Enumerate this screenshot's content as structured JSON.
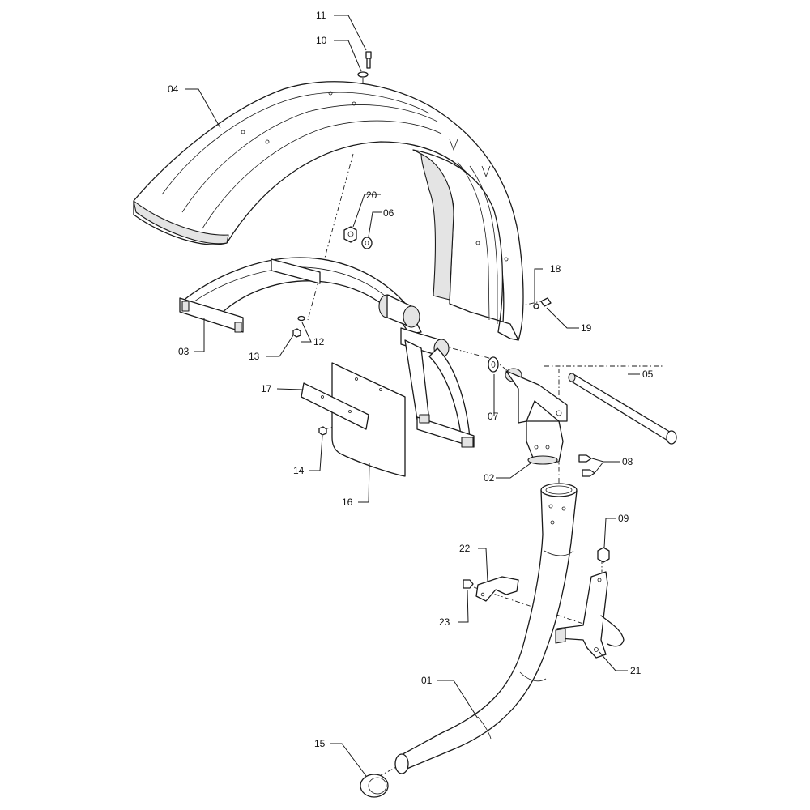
{
  "callouts": {
    "p01": "01",
    "p02": "02",
    "p03": "03",
    "p04": "04",
    "p05": "05",
    "p06": "06",
    "p07": "07",
    "p08": "08",
    "p09": "09",
    "p10": "10",
    "p11": "11",
    "p12": "12",
    "p13": "13",
    "p14": "14",
    "p15": "15",
    "p16": "16",
    "p17": "17",
    "p18": "18",
    "p19": "19",
    "p20": "20",
    "p21": "21",
    "p22": "22",
    "p23": "23"
  }
}
